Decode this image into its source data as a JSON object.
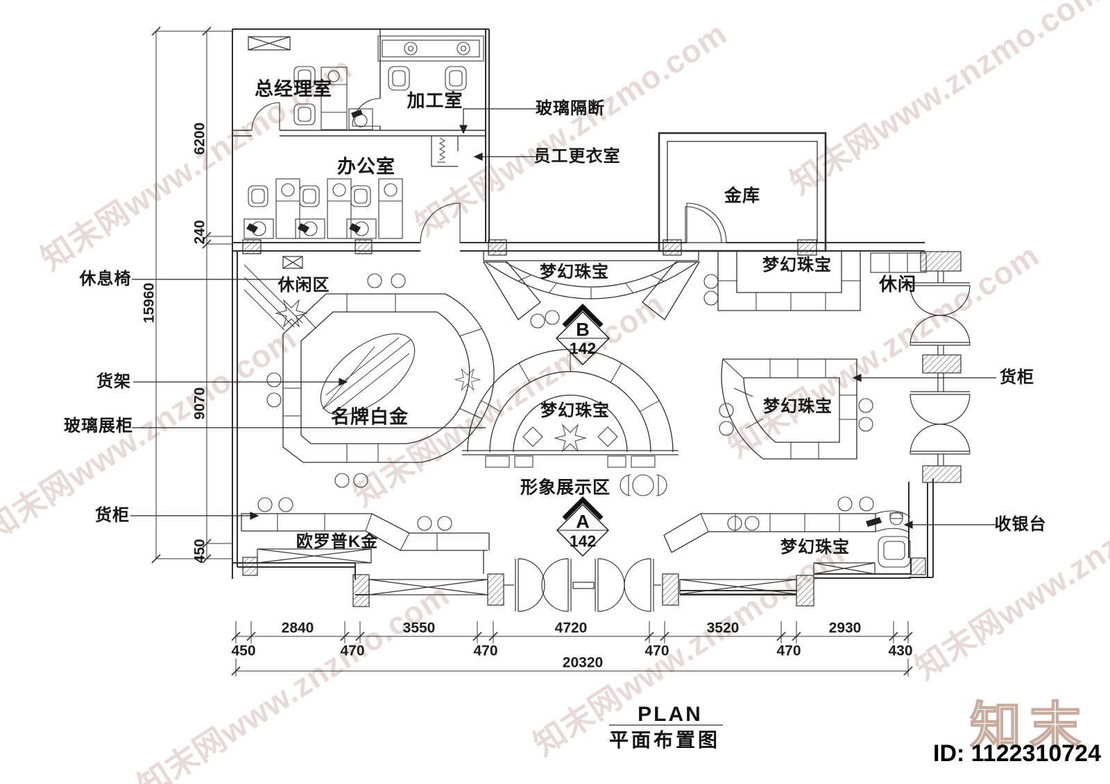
{
  "watermark": {
    "text": "知末网www.znzmo.com",
    "logo": "知末",
    "id": "ID: 1122310724"
  },
  "title": {
    "en": "PLAN",
    "zh": "平面布置图"
  },
  "rooms": {
    "gm_office": "总经理室",
    "processing": "加工室",
    "office": "办公室",
    "vault": "金库",
    "leisure_area": "休闲区",
    "leisure": "休闲",
    "brand_platinum": "名牌白金",
    "dream_jewelry": "梦幻珠宝",
    "europe_k_gold": "欧罗普K金",
    "image_display": "形象展示区"
  },
  "callouts": {
    "glass_partition": "玻璃隔断",
    "staff_changing": "员工更衣室",
    "rest_chair": "休息椅",
    "shelf": "货架",
    "glass_showcase": "玻璃展柜",
    "cabinet_left": "货柜",
    "cabinet_right": "货柜",
    "cashier": "收银台"
  },
  "markers": {
    "b": {
      "letter": "B",
      "number": "142"
    },
    "a": {
      "letter": "A",
      "number": "142"
    }
  },
  "dimensions": {
    "left": {
      "segments": [
        "6200",
        "240",
        "9070",
        "450"
      ],
      "total": "15960"
    },
    "bottom": {
      "segments": [
        "2840",
        "3550",
        "4720",
        "3520",
        "2930"
      ],
      "gaps": [
        "450",
        "470",
        "470",
        "470",
        "470",
        "430"
      ],
      "total": "20320"
    }
  }
}
